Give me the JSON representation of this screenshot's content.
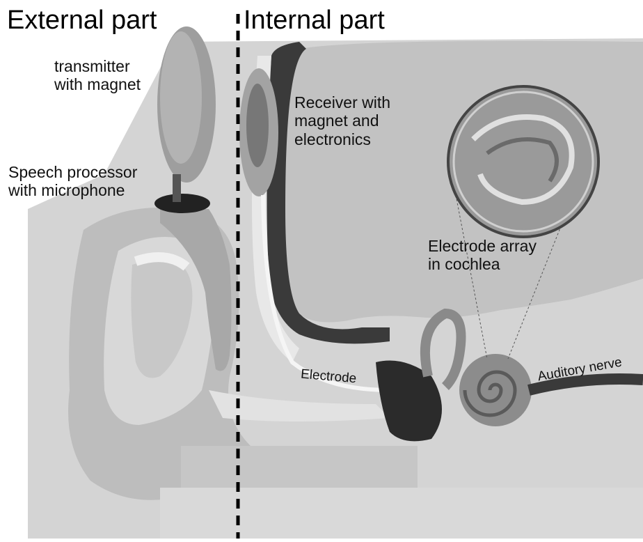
{
  "headers": {
    "external": "External part",
    "internal": "Internal part"
  },
  "labels": {
    "transmitter_line1": "transmitter",
    "transmitter_line2": "with magnet",
    "processor_line1": "Speech processor",
    "processor_line2": "with microphone",
    "receiver_line1": "Receiver with",
    "receiver_line2": "magnet and",
    "receiver_line3": "electronics",
    "electrode_array_line1": "Electrode array",
    "electrode_array_line2": "in cochlea",
    "electrode": "Electrode",
    "auditory_nerve": "Auditory nerve"
  },
  "colors": {
    "background": "#ffffff",
    "head": "#cfcfcf",
    "skin_light": "#e6e6e6",
    "dark": "#2a2a2a",
    "divider": "#000000"
  }
}
